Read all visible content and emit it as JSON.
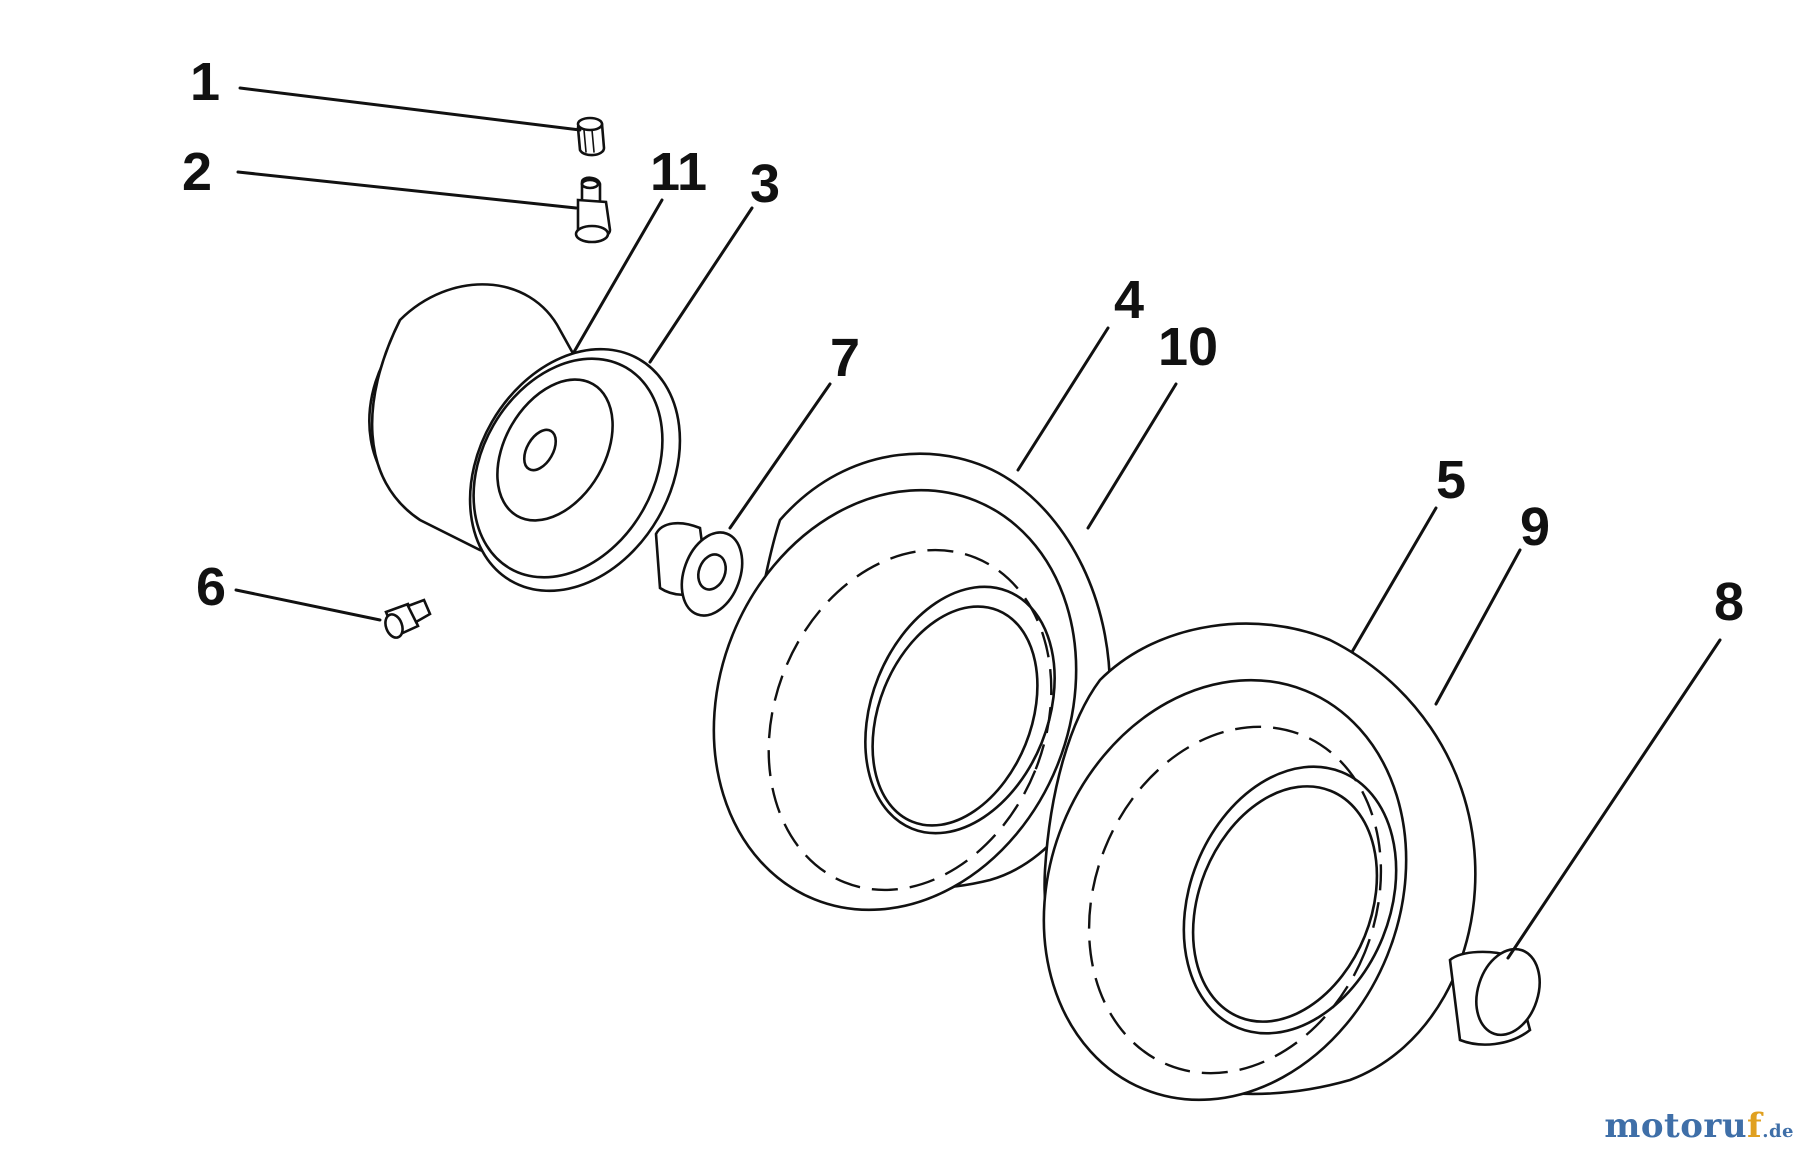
{
  "diagram": {
    "callouts": [
      {
        "id": "1",
        "text": "1"
      },
      {
        "id": "2",
        "text": "2"
      },
      {
        "id": "11",
        "text": "11"
      },
      {
        "id": "3",
        "text": "3"
      },
      {
        "id": "4",
        "text": "4"
      },
      {
        "id": "10",
        "text": "10"
      },
      {
        "id": "7",
        "text": "7"
      },
      {
        "id": "6",
        "text": "6"
      },
      {
        "id": "5",
        "text": "5"
      },
      {
        "id": "9",
        "text": "9"
      },
      {
        "id": "8",
        "text": "8"
      }
    ]
  },
  "watermark": {
    "part_a": "motoru",
    "part_b": "f",
    "part_c": ".de"
  },
  "colors": {
    "line": "#111111",
    "watermark_blue": "#3f6fa8",
    "watermark_orange": "#e0a020"
  }
}
